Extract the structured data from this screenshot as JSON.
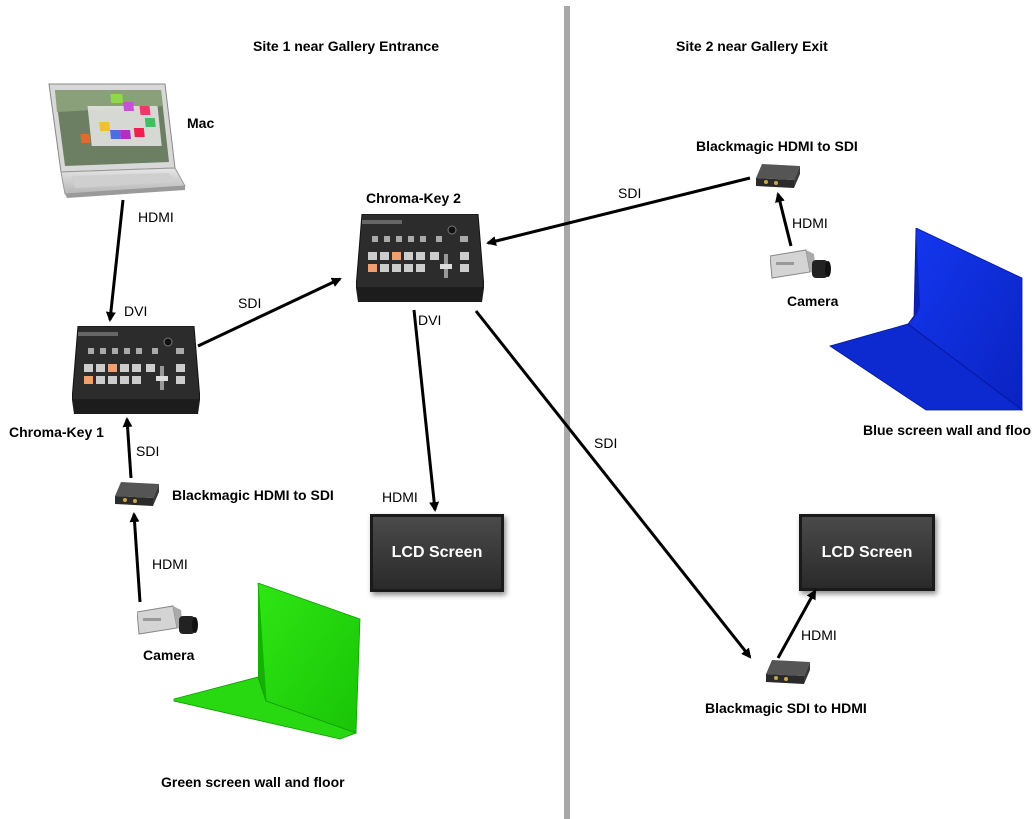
{
  "site1_title": "Site 1 near Gallery Entrance",
  "site2_title": "Site 2 near Gallery Exit",
  "devices": {
    "mac": "Mac",
    "chroma1": "Chroma-Key 1",
    "chroma2": "Chroma-Key 2",
    "bm_site1": "Blackmagic HDMI to SDI",
    "camera_site1": "Camera",
    "lcd_site1": "LCD Screen",
    "green_screen": "Green screen wall and floor",
    "bm_site2_in": "Blackmagic HDMI to SDI",
    "camera_site2": "Camera",
    "blue_screen": "Blue screen wall and floor",
    "lcd_site2": "LCD Screen",
    "bm_site2_out": "Blackmagic SDI to HDMI"
  },
  "connections": {
    "mac_hdmi": "HDMI",
    "ck1_dvi": "DVI",
    "ck1_sdi_out": "SDI",
    "ck1_sdi_in": "SDI",
    "cam1_hdmi": "HDMI",
    "ck2_dvi": "DVI",
    "lcd1_hdmi": "HDMI",
    "site2_sdi_in": "SDI",
    "cam2_hdmi": "HDMI",
    "site2_sdi_out": "SDI",
    "lcd2_hdmi": "HDMI"
  },
  "colors": {
    "divider": "#a8a8a8",
    "green_screen": "#22dd0a",
    "blue_screen": "#0a2bd8",
    "lcd": "#333333",
    "switcher_body": "#2c2c2c"
  }
}
